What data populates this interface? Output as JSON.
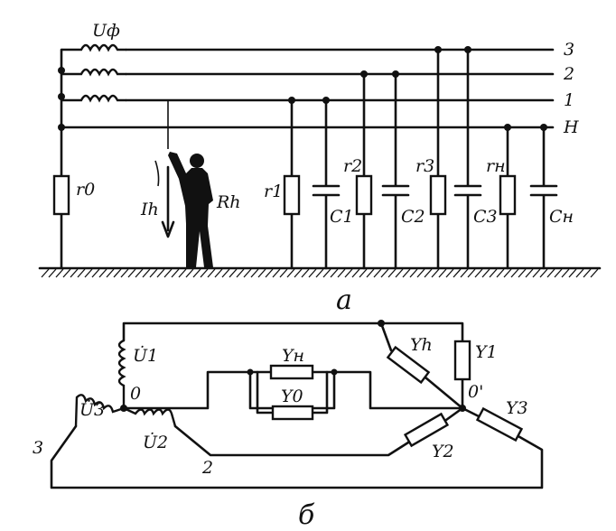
{
  "diagram_a": {
    "caption": "a",
    "phase_voltage": "Uф",
    "lines": {
      "l3": "3",
      "l2": "2",
      "l1": "1",
      "neutral": "Н"
    },
    "r0": "r0",
    "current": "Ih",
    "human_resistance": "Rh",
    "r1": "r1",
    "c1": "C1",
    "r2": "r2",
    "c2": "C2",
    "r3": "r3",
    "c3": "C3",
    "rn": "rн",
    "cn": "Cн"
  },
  "diagram_b": {
    "caption": "б",
    "u1": "U̇1",
    "u2": "U̇2",
    "u3": "U̇3",
    "node0": "0",
    "node0p": "0'",
    "yn": "Yн",
    "y0": "Y0",
    "yh": "Yh",
    "y1": "Y1",
    "y2": "Y2",
    "y3": "Y3",
    "num3": "3",
    "num2": "2"
  },
  "colors": {
    "ink": "#111111",
    "paper": "#ffffff"
  }
}
